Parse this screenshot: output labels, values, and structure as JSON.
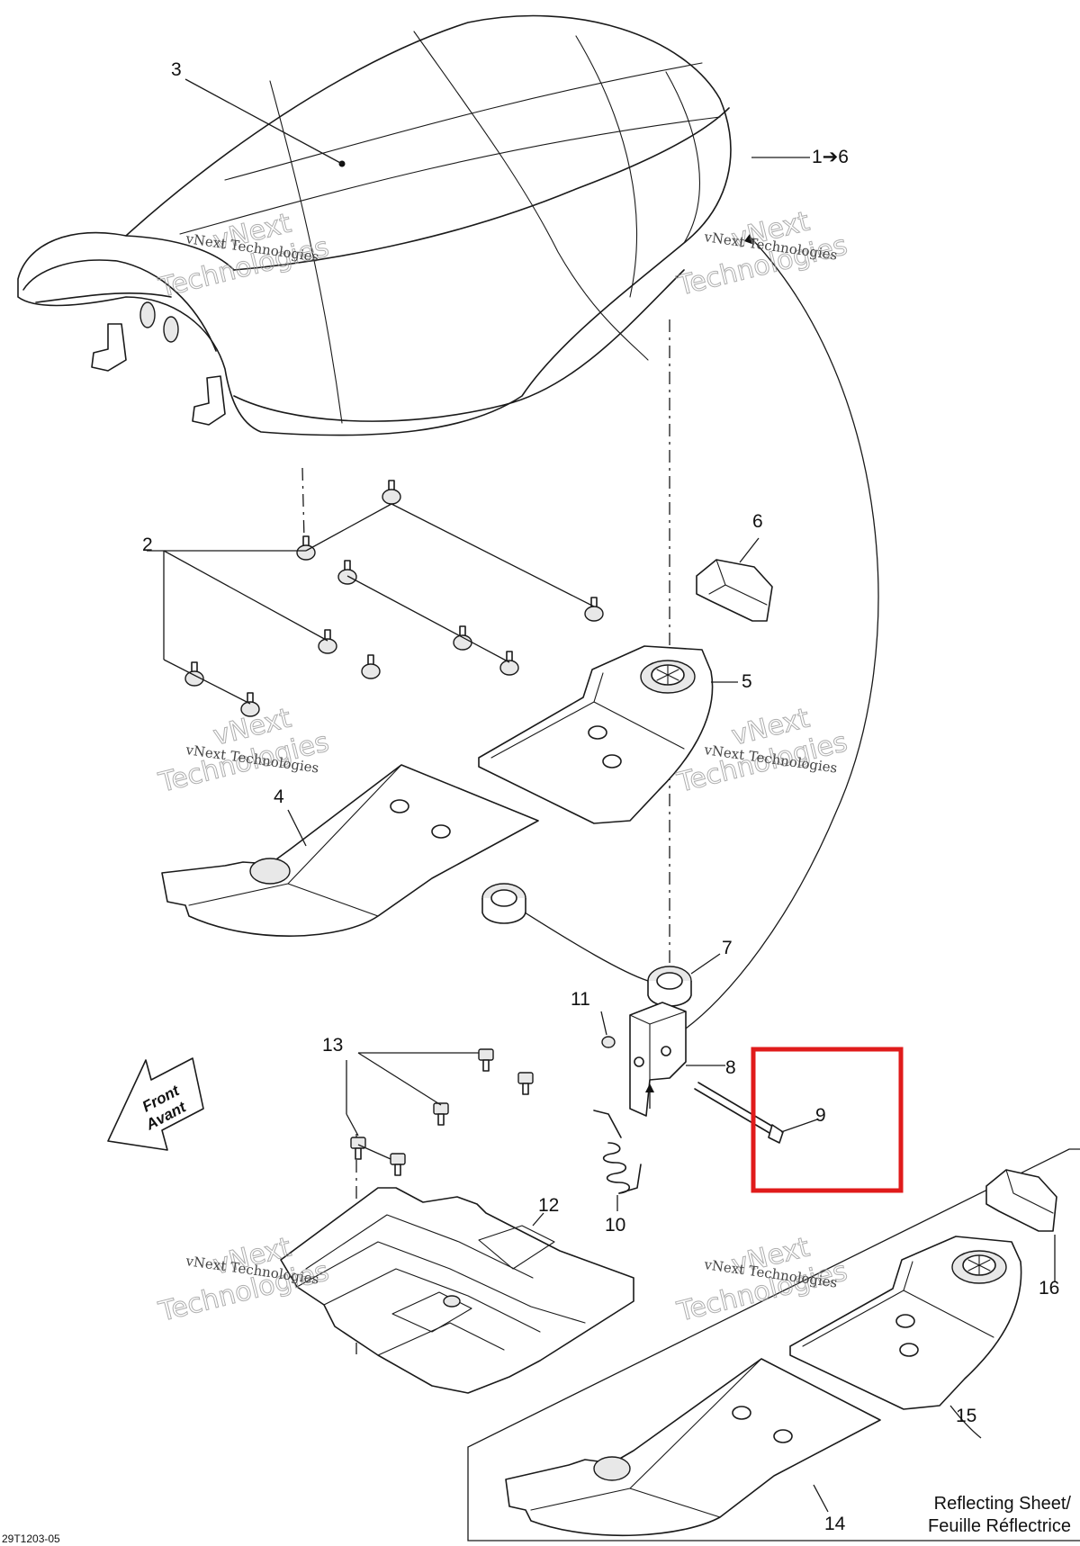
{
  "callouts": {
    "c1": "1➔6",
    "c2": "2",
    "c3": "3",
    "c4": "4",
    "c5": "5",
    "c6": "6",
    "c7": "7",
    "c8": "8",
    "c9": "9",
    "c10": "10",
    "c11": "11",
    "c12": "12",
    "c13": "13",
    "c14": "14",
    "c15": "15",
    "c16": "16"
  },
  "front_arrow": {
    "line1": "Front",
    "line2": "Avant"
  },
  "inset": {
    "caption_line1": "Reflecting Sheet/",
    "caption_line2": "Feuille Réflectrice"
  },
  "watermark": {
    "small": "vNext Technologies",
    "big_line1": "vNext",
    "big_line2": "Technologies"
  },
  "reference_code": "29T1203-05",
  "highlight": {
    "color": "#e01b1b",
    "target_callout": "9"
  }
}
